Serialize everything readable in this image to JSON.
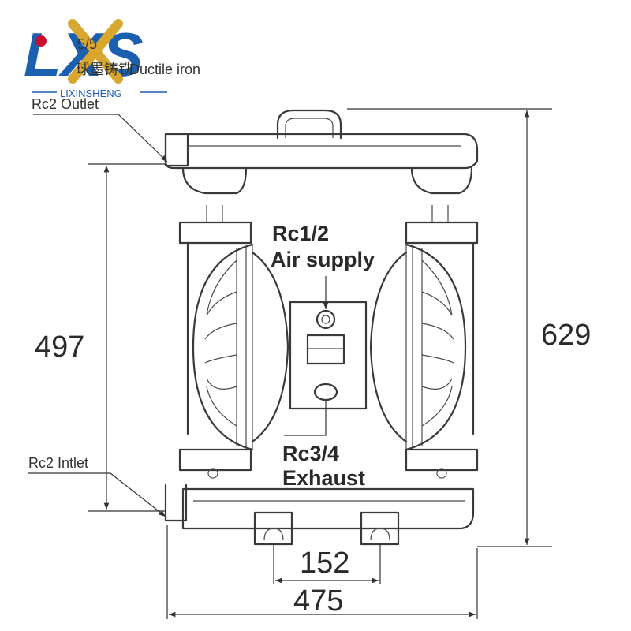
{
  "logo": {
    "brand": "LXS",
    "subtitle": "LIXINSHENG",
    "model_code": "5/5",
    "material_cn": "球墨铸铁",
    "material_en": "Ductile iron",
    "colors": {
      "brand_blue": "#1b5fb1",
      "brand_gold": "#d9a62e",
      "brand_red": "#c8102e"
    }
  },
  "labels": {
    "outlet": "Rc2 Outlet",
    "inlet": "Rc2 Intlet",
    "air_supply_size": "Rc1/2",
    "air_supply": "Air supply",
    "exhaust_size": "Rc3/4",
    "exhaust": "Exhaust"
  },
  "dimensions": {
    "height_ports": "497",
    "height_total": "629",
    "foot_spacing": "152",
    "width_total": "475"
  }
}
